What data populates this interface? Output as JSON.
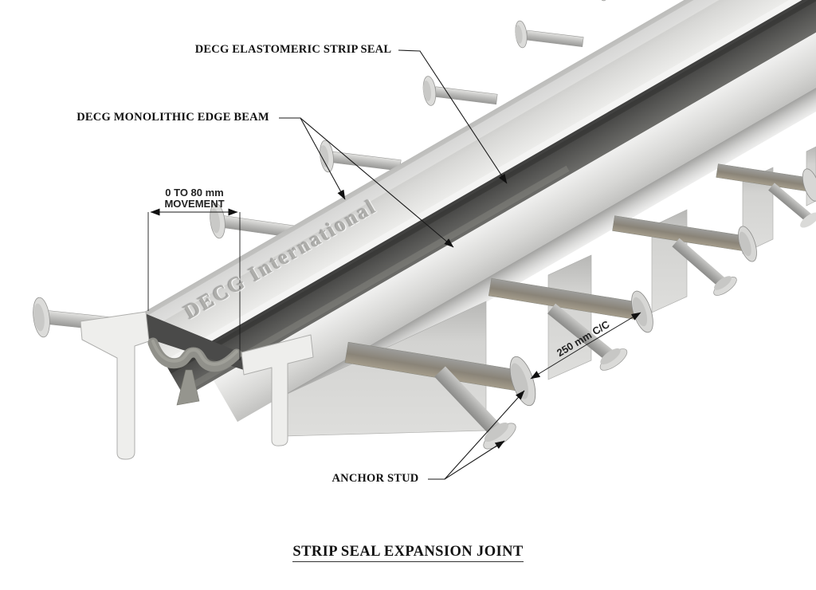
{
  "diagram": {
    "title": "STRIP SEAL EXPANSION JOINT",
    "callouts": {
      "strip_seal": "DECG ELASTOMERIC STRIP SEAL",
      "edge_beam": "DECG MONOLITHIC EDGE BEAM",
      "anchor_stud": "ANCHOR STUD"
    },
    "dimensions": {
      "movement_line1": "0 TO 80 mm",
      "movement_line2": "MOVEMENT",
      "stud_spacing": "250 mm C/C"
    },
    "embossed_brand": "DECG International",
    "colors": {
      "background": "#ffffff",
      "leader_line": "#1a1a1a",
      "beam_steel_light": "#e6e6e4",
      "beam_steel_mid": "#c6c6c4",
      "seal_rubber_dark": "#4f4f4d",
      "stud_tan": "#8f8878",
      "emboss_text": "#aeaeab"
    }
  }
}
